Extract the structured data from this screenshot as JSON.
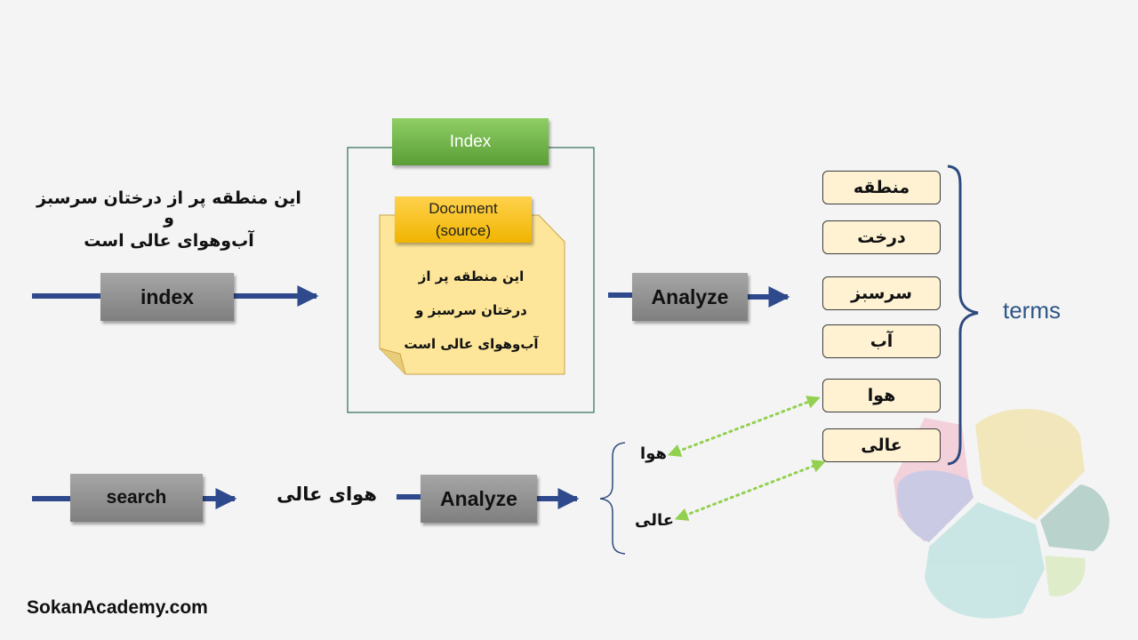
{
  "source_text": {
    "line1": "این منطقه پر از درختان سرسبز و",
    "line2": "آب‌وهوای عالی است"
  },
  "buttons": {
    "index": "index",
    "analyze_top": "Analyze",
    "search": "search",
    "analyze_bottom": "Analyze"
  },
  "index_box": {
    "label": "Index",
    "document_label_line1": "Document",
    "document_label_line2": "(source)",
    "document_text": [
      "این منطقه پر از",
      "درختان سرسبز و",
      "آب‌وهوای عالی است"
    ]
  },
  "terms": {
    "items": [
      "منطقه",
      "درخت",
      "سرسبز",
      "آب",
      "هوا",
      "عالی"
    ],
    "label": "terms"
  },
  "query": {
    "text": "هوای عالی",
    "tokens": [
      "هوا",
      "عالی"
    ]
  },
  "footer": {
    "site": "SokanAcademy.com"
  },
  "colors": {
    "arrow": "#2f4a8c",
    "index_green": "#6ab04c",
    "doc_yellow": "#fbc31c",
    "term_fill": "#fef2d3",
    "match_arrow": "#92d050",
    "terms_text": "#2e5686"
  }
}
